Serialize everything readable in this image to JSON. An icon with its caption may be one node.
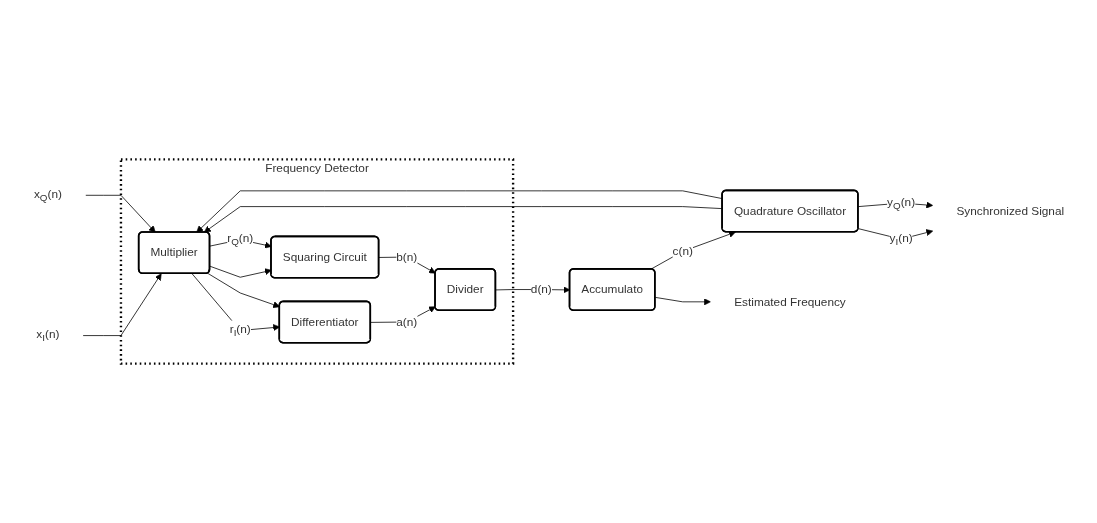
{
  "diagram": {
    "nodes": [
      {
        "text": [
          "Frequency Detector"
        ]
      },
      {
        "text": [
          "x$_{I}$(n)"
        ]
      },
      {
        "text": [
          "x$_{Q}$(n)"
        ]
      },
      {
        "text": [
          "Multiplier"
        ],
        "in": 0
      },
      {
        "text": [
          "Differentiator"
        ],
        "in": 0
      },
      {
        "text": [
          "Squaring Circuit"
        ],
        "in": 0
      },
      {
        "text": [
          "Divider"
        ],
        "in": 0
      },
      {
        "text": [
          "Accumulato"
        ]
      },
      {
        "text": [
          "Quadrature Oscillator"
        ]
      },
      {
        "text": [
          "Estimated Frequency"
        ]
      },
      {
        "text": [
          "Synchronized Signal"
        ]
      }
    ],
    "edges": [
      {
        "from": 1,
        "to": 3,
        "arrow": "to"
      },
      {
        "from": 2,
        "to": 3,
        "arrow": "to"
      },
      {
        "from": 3,
        "to": 4,
        "label": "r$_{I}$(n)",
        "arrow": "to"
      },
      {
        "from": 3,
        "to": 5,
        "arrow": "to"
      },
      {
        "from": 3,
        "to": 4,
        "arrow": "to"
      },
      {
        "from": 3,
        "to": 5,
        "label": "r$_{Q}$(n)",
        "arrow": "to"
      },
      {
        "from": 4,
        "to": 6,
        "label": "a(n)",
        "arrow": "to"
      },
      {
        "from": 5,
        "to": 6,
        "label": "b(n)",
        "arrow": "to"
      },
      {
        "from": 6,
        "to": 7,
        "label": "d(n)",
        "arrow": "to"
      },
      {
        "from": 7,
        "to": 9,
        "arrow": "to"
      },
      {
        "from": 7,
        "to": 8,
        "label": "c(n)",
        "arrow": "to"
      },
      {
        "from": 8,
        "to": 10,
        "label": "y$_{I}$(n)",
        "arrow": "to"
      },
      {
        "from": 8,
        "to": 10,
        "label": "y$_{Q}$(n)",
        "arrow": "to"
      },
      {
        "from": 8,
        "to": 3,
        "arrow": "to"
      },
      {
        "from": 8,
        "to": 3,
        "arrow": "to"
      }
    ]
  }
}
